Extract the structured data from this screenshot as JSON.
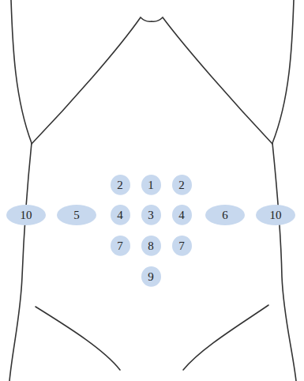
{
  "diagram": {
    "nodes": [
      {
        "text": [
          "2"
        ]
      },
      {
        "text": [
          "1"
        ]
      },
      {
        "text": [
          "2"
        ]
      },
      {
        "text": [
          "10"
        ]
      },
      {
        "text": [
          "5"
        ]
      },
      {
        "text": [
          "4"
        ]
      },
      {
        "text": [
          "3"
        ]
      },
      {
        "text": [
          "4"
        ]
      },
      {
        "text": [
          "6"
        ]
      },
      {
        "text": [
          "10"
        ]
      },
      {
        "text": [
          "7"
        ]
      },
      {
        "text": [
          "8"
        ]
      },
      {
        "text": [
          "7"
        ]
      },
      {
        "text": [
          "9"
        ]
      }
    ]
  }
}
